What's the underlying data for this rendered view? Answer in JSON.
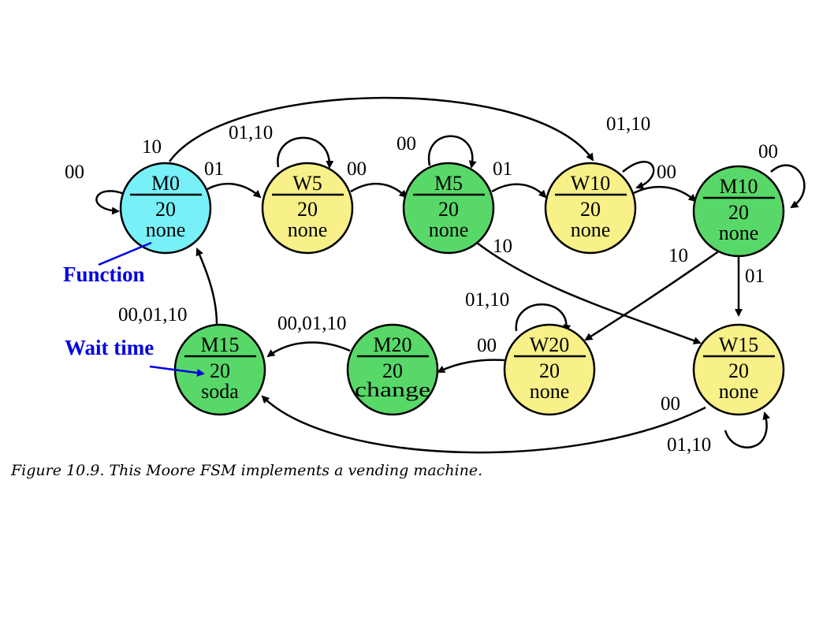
{
  "colors": {
    "start_state": "#78f0f8",
    "wait_state": "#f8f088",
    "mealy_state": "#58d868",
    "annotation": "#0000e0",
    "stroke": "#000000"
  },
  "states": {
    "m0": {
      "name": "M0",
      "wait": "20",
      "output": "none"
    },
    "w5": {
      "name": "W5",
      "wait": "20",
      "output": "none"
    },
    "m5": {
      "name": "M5",
      "wait": "20",
      "output": "none"
    },
    "w10": {
      "name": "W10",
      "wait": "20",
      "output": "none"
    },
    "m10": {
      "name": "M10",
      "wait": "20",
      "output": "none"
    },
    "m15": {
      "name": "M15",
      "wait": "20",
      "output": "soda"
    },
    "m20": {
      "name": "M20",
      "wait": "20",
      "output": "change"
    },
    "w20": {
      "name": "W20",
      "wait": "20",
      "output": "none"
    },
    "w15": {
      "name": "W15",
      "wait": "20",
      "output": "none"
    }
  },
  "edge_labels": {
    "m0_self": "00",
    "m0_to_w10": "10",
    "m0_to_w5": "01",
    "w5_self": "01,10",
    "w5_to_m5": "00",
    "m5_self": "00",
    "m5_to_w10": "01",
    "m5_to_w15": "10",
    "w10_self": "01,10",
    "w10_to_m10": "00",
    "m10_self": "00",
    "m10_to_w20": "10",
    "m10_to_w15": "01",
    "w20_self": "01,10",
    "w20_to_m20": "00",
    "m20_to_m15": "00,01,10",
    "m15_to_m0": "00,01,10",
    "w15_to_m15": "00",
    "w15_self": "01,10"
  },
  "annotations": {
    "function": "Function",
    "wait_time": "Wait time"
  },
  "caption": "Figure 10.9. This Moore FSM implements a vending machine."
}
